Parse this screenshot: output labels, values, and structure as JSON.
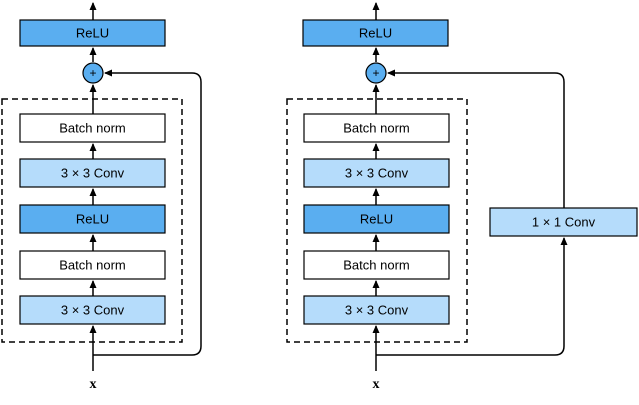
{
  "colors": {
    "relu_fill": "#5aaef0",
    "conv_fill": "#b5dcfb",
    "batchnorm_fill": "#ffffff",
    "stroke": "#000000",
    "adder_fill": "#5aaef0"
  },
  "left_block": {
    "output_op": "ReLU",
    "adder_symbol": "+",
    "layers": [
      "Batch norm",
      "3 × 3 Conv",
      "ReLU",
      "Batch norm",
      "3 × 3 Conv"
    ],
    "input_label": "x"
  },
  "right_block": {
    "output_op": "ReLU",
    "adder_symbol": "+",
    "layers": [
      "Batch norm",
      "3 × 3 Conv",
      "ReLU",
      "Batch norm",
      "3 × 3 Conv"
    ],
    "shortcut_op": "1 × 1 Conv",
    "input_label": "x"
  }
}
